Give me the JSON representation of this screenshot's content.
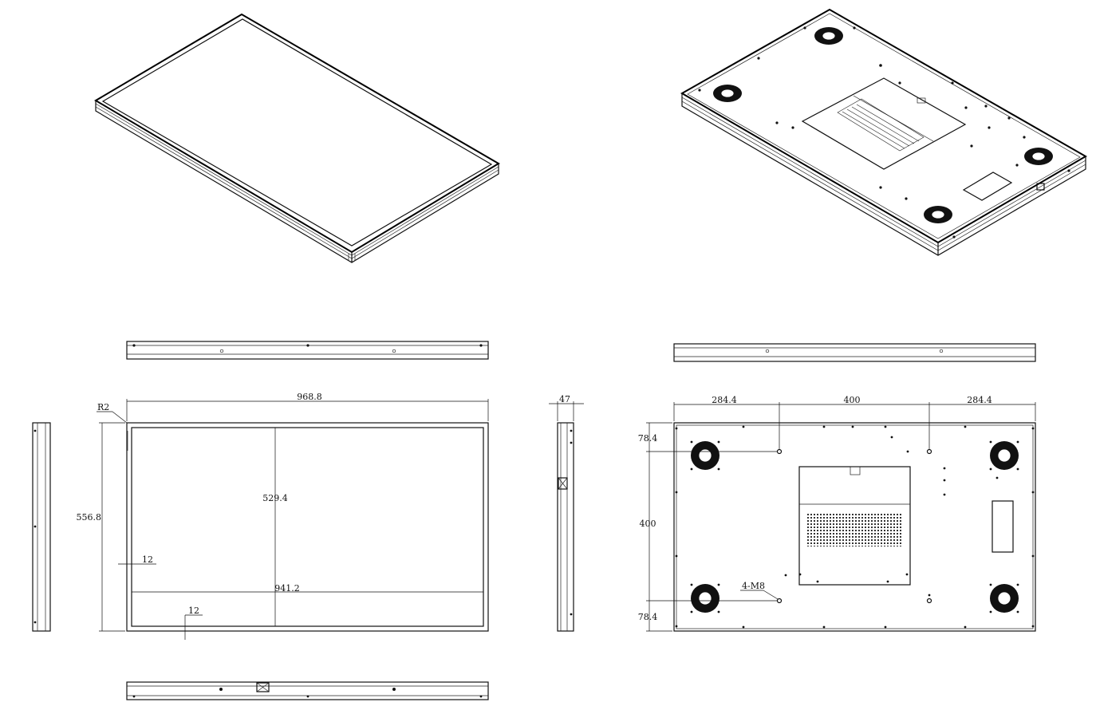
{
  "dimensions": {
    "front_width": "968.8",
    "front_height": "556.8",
    "corner_radius": "R2",
    "active_width": "941.2",
    "active_height": "529.4",
    "bezel_side": "12",
    "bezel_bottom": "12",
    "depth": "47",
    "vesa_left": "284.4",
    "vesa_span": "400",
    "vesa_right": "284.4",
    "vesa_top": "78.4",
    "vesa_height": "400",
    "vesa_bottom": "78.4",
    "mount_holes": "4-M8"
  }
}
